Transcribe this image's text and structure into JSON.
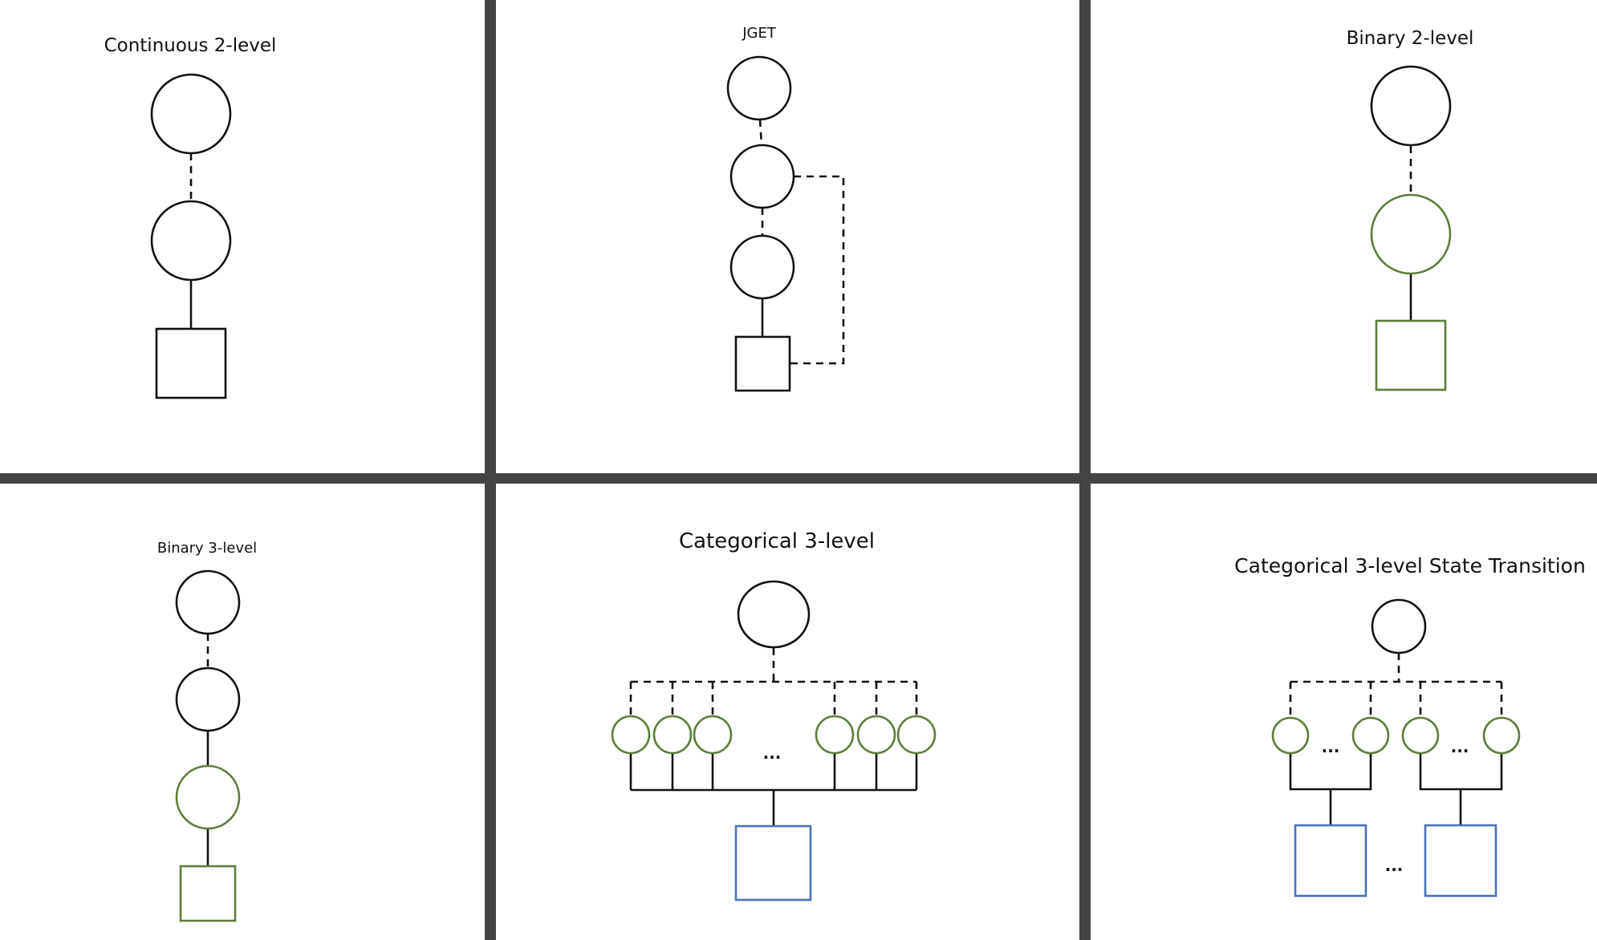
{
  "colors": {
    "black": "#111111",
    "green": "#5b7f3a",
    "blue": "#4a72b8",
    "divider": "#444444"
  },
  "panels": {
    "continuous_2level": {
      "title": "Continuous 2-level"
    },
    "jget": {
      "title": "JGET"
    },
    "binary_2level": {
      "title": "Binary 2-level"
    },
    "binary_3level": {
      "title": "Binary 3-level"
    },
    "categorical_3level": {
      "title": "Categorical 3-level",
      "ellipsis": "..."
    },
    "categorical_3level_state_transition": {
      "title": "Categorical 3-level State Transition",
      "ellipsis_left": "...",
      "ellipsis_right": "...",
      "ellipsis_bottom": "..."
    }
  }
}
